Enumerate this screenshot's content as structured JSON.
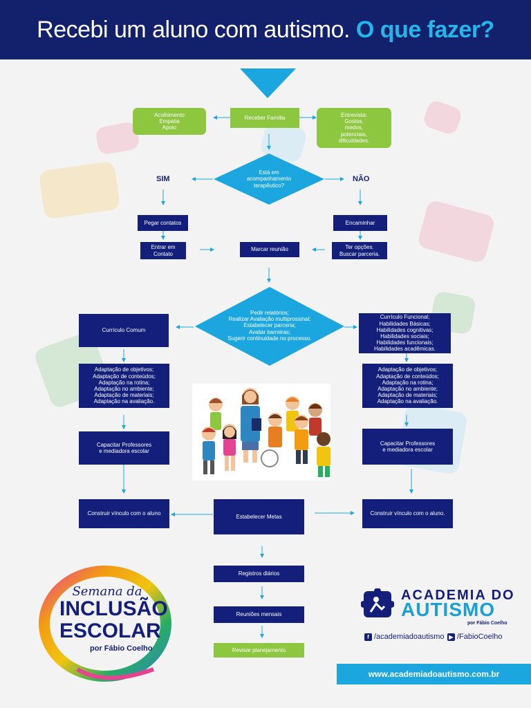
{
  "header": {
    "title_part1": "Recebi um aluno com autismo.",
    "title_part2": "O que fazer?"
  },
  "flow": {
    "receber": "Receber Família",
    "acolhimento": "Acolhimento\nEmpatia\nApoio",
    "entrevista": "Entrevista:\nGostos,\nmedos,\npotenciais,\ndificuldades.",
    "decision1": "Está em\nacompanhamento\nterapêutico?",
    "sim": "SIM",
    "nao": "NÃO",
    "pegar": "Pegar contatos",
    "encaminhar": "Encaminhar",
    "entrar": "Entrar em\nContato",
    "marcar": "Marcar reunião",
    "opcoes": "Ter opções.\nBuscar parceria.",
    "decision2": "Pedir relatórios;\nRealizar Avaliação multiprossinal;\nEstabelecer parceria;\nAvaliar barreiras;\nSugerir continuidade no processo.",
    "curriculo_comum": "Currículo Comum",
    "curriculo_funcional": "Currículo Funcional;\nHabilidades Básicas;\nHabilidades cognitivas;\nHabilidades sociais;\nHabilidades funcionais;\nHabilidades acadêmicas.",
    "adaptacao_left": "Adaptação de objetivos;\nAdaptação de conteúdos;\nAdaptação na rotina;\nAdaptação no ambiente;\nAdaptação de materiais;\nAdaptação na avaliação.",
    "adaptacao_right": "Adaptação de objetivos;\nAdaptação de conteúdos;\nAdaptação na rotina;\nAdaptação no ambiente;\nAdaptação de materiais;\nAdaptação na avaliação.",
    "capacitar_left": "Capacitar Professores\ne mediadora escolar",
    "capacitar_right": "Capacitar Professores\ne mediadora escolar",
    "vinculo_left": "Construir vínculo com o aluno",
    "vinculo_right": "Construir vínculo com o aluno.",
    "metas": "Estabelecer Metas",
    "registros": "Registros diários",
    "reunioes": "Reuniões mensais",
    "revisar": "Revisar planejamento"
  },
  "event_logo": {
    "line1": "Semana da",
    "line2": "INCLUSÃO",
    "line3": "ESCOLAR",
    "line4": "por Fábio Coelho"
  },
  "brand": {
    "name_line1": "ACADEMIA DO",
    "name_line2": "AUTISMO",
    "by": "por Fábio Coelho",
    "facebook": "/academiadoautismo",
    "youtube": "/FabioCoelho",
    "url": "www.academiadoautismo.com.br"
  },
  "colors": {
    "navy": "#131f7a",
    "header_navy": "#13216d",
    "accent_blue": "#22b6ea",
    "diamond_blue": "#1ba6e0",
    "green": "#8dc63f"
  }
}
